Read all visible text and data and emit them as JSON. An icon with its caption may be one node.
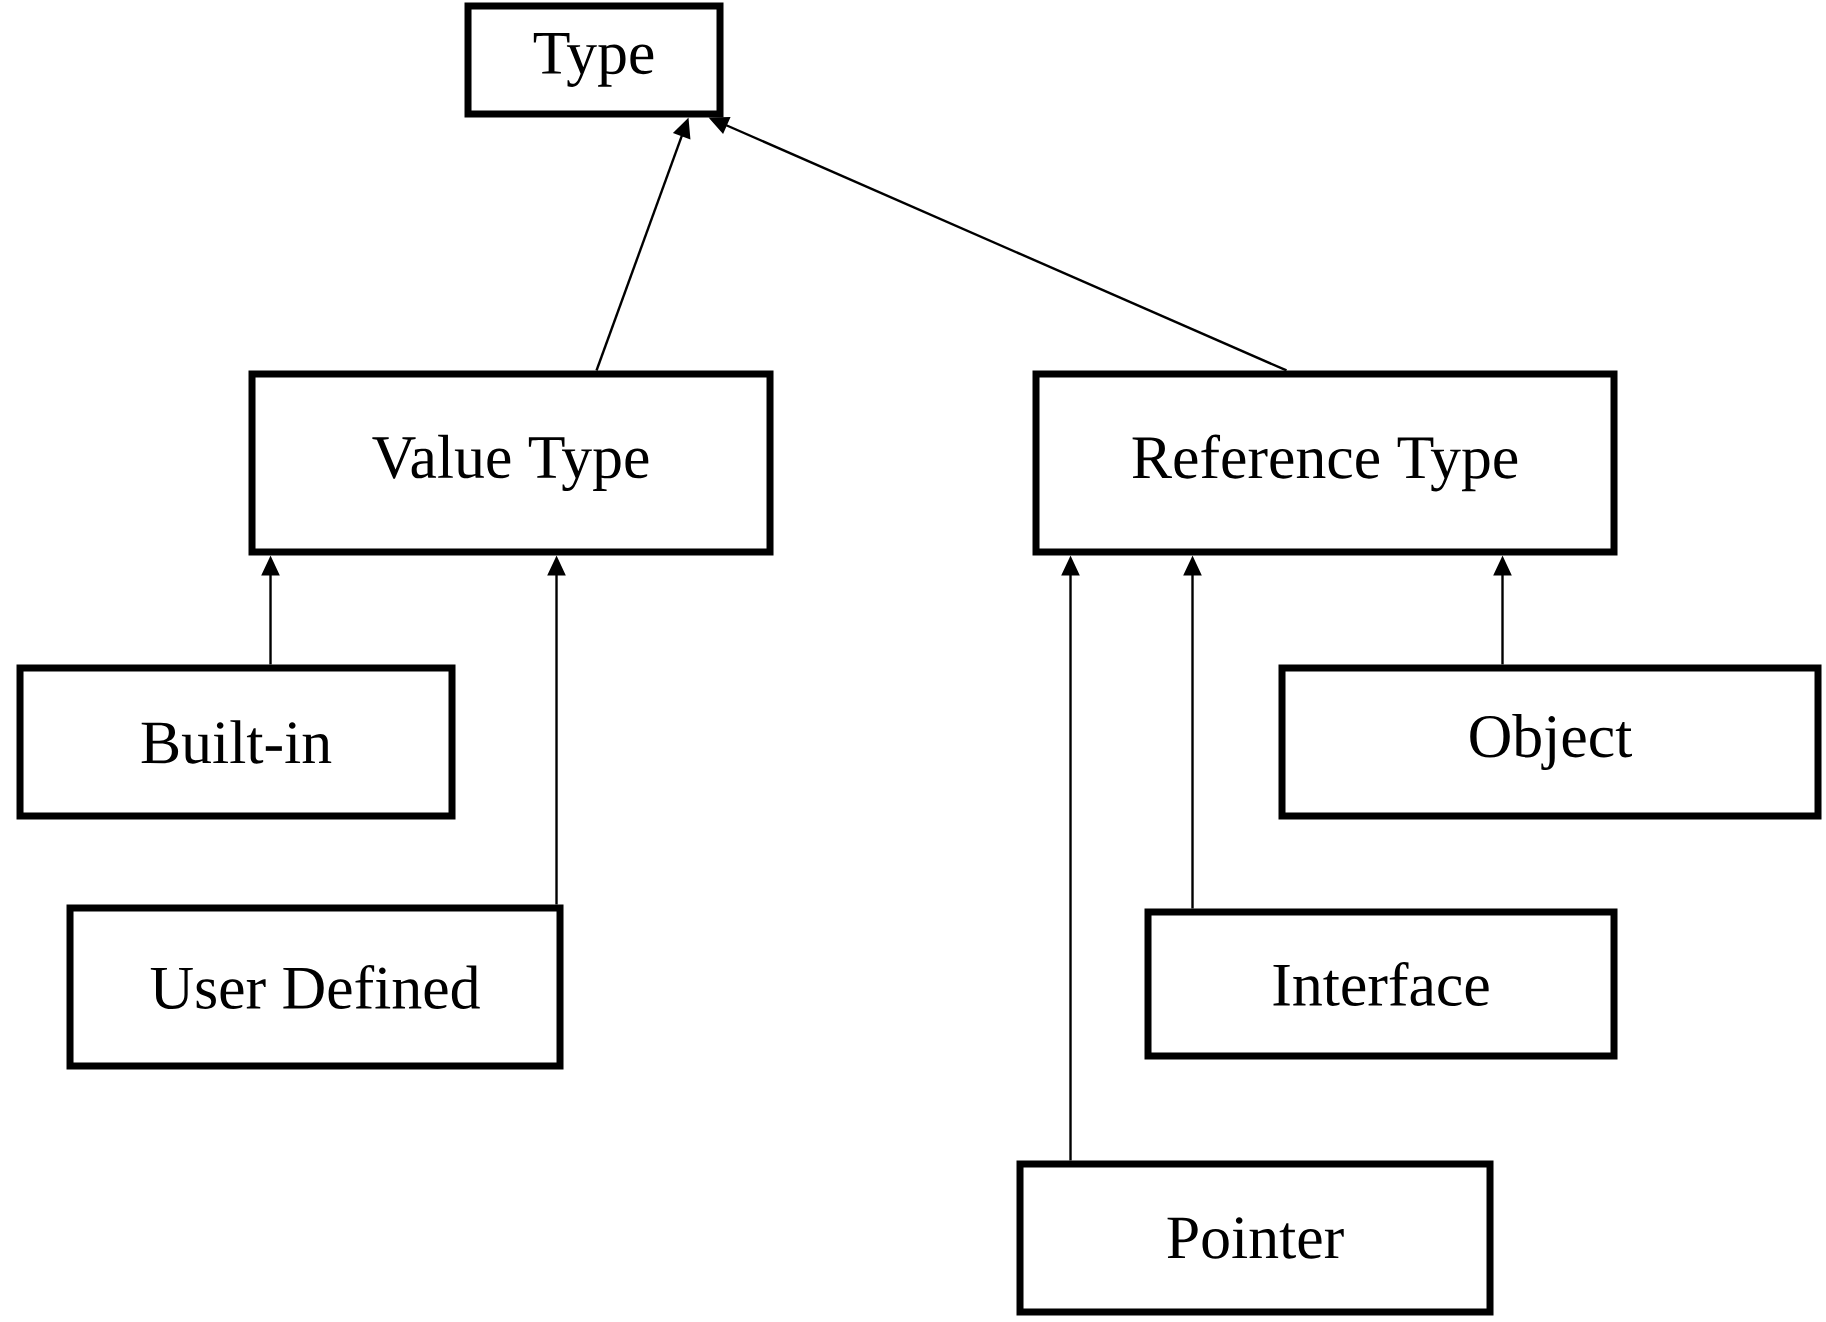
{
  "diagram": {
    "nodes": [
      {
        "text": [
          "Type"
        ]
      },
      {
        "text": [
          "Value Type"
        ]
      },
      {
        "text": [
          "Reference Type"
        ]
      },
      {
        "text": [
          "Built-in"
        ]
      },
      {
        "text": [
          "User Defined"
        ]
      },
      {
        "text": [
          "Object"
        ]
      },
      {
        "text": [
          "Interface"
        ]
      },
      {
        "text": [
          "Pointer"
        ]
      }
    ],
    "edges": [
      {
        "from": 1,
        "to": 0,
        "arrow": "to"
      },
      {
        "from": 2,
        "to": 0,
        "arrow": "to"
      },
      {
        "from": 3,
        "to": 1,
        "arrow": "to"
      },
      {
        "from": 4,
        "to": 1,
        "arrow": "to"
      },
      {
        "from": 7,
        "to": 2,
        "arrow": "to"
      },
      {
        "from": 6,
        "to": 2,
        "arrow": "to"
      },
      {
        "from": 5,
        "to": 2,
        "arrow": "to"
      }
    ]
  }
}
